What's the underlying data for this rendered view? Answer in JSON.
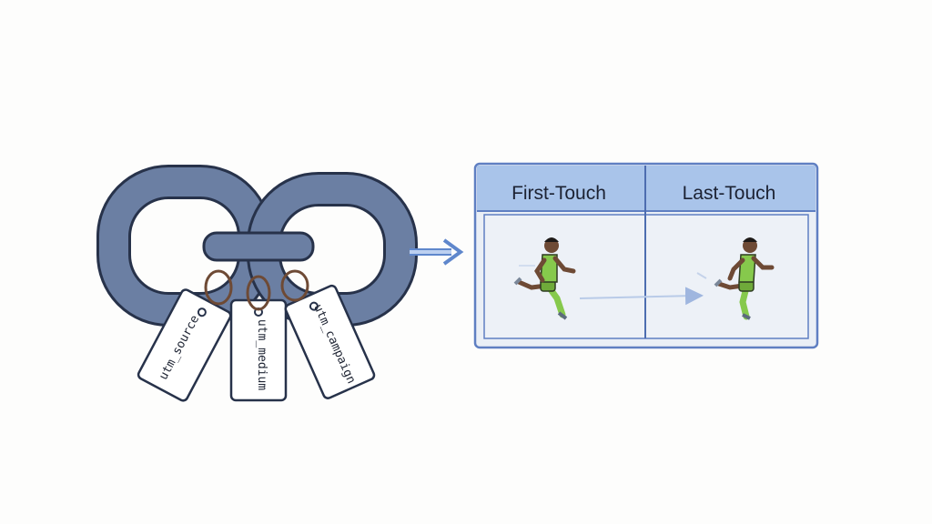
{
  "tags": [
    {
      "label": "utm_source"
    },
    {
      "label": "utm_medium"
    },
    {
      "label": "utm_campaign"
    }
  ],
  "comparison": {
    "columns": [
      {
        "label": "First-Touch"
      },
      {
        "label": "Last-Touch"
      }
    ]
  },
  "colors": {
    "chain": "#6b7fa3",
    "chain_outline": "#27324a",
    "panel_border": "#6f8fd0",
    "header_fill": "#a9c4ea",
    "body_fill": "#eaeff6",
    "arrow": "#7a9fd8",
    "player_kit": "#86c94c",
    "player_skin": "#6e4a35"
  }
}
